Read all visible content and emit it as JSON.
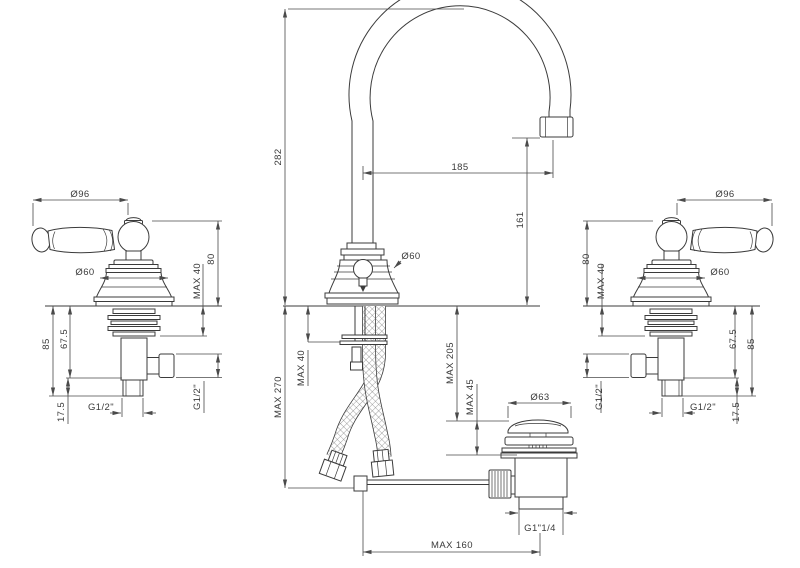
{
  "colors": {
    "background": "#ffffff",
    "object_line": "#3b3b3b",
    "dimension_line": "#4a4a4a",
    "text": "#3a3a3a"
  },
  "drawing": {
    "left_valve": {
      "handle_diameter": "Ø96",
      "rosette_diameter": "Ø60",
      "height_above_deck": "80",
      "max_deck_thickness": "MAX 40",
      "below_deck_depth": "85",
      "side_port_center": "67.5",
      "shank_length": "17.5",
      "shank_thread": "G1/2\"",
      "side_port_thread": "G1/2\""
    },
    "right_valve": {
      "handle_diameter": "Ø96",
      "rosette_diameter": "Ø60",
      "height_above_deck": "80",
      "max_deck_thickness": "MAX 40",
      "below_deck_depth": "85",
      "side_port_center": "67.5",
      "shank_length": "17.5",
      "shank_thread": "G1/2\"",
      "side_port_thread": "G1/2\""
    },
    "spout": {
      "total_height": "282",
      "reach": "185",
      "outlet_height": "161",
      "base_diameter": "Ø60",
      "max_deck_thickness": "MAX 40",
      "max_hose_depth": "MAX 270"
    },
    "drain": {
      "plug_diameter": "Ø63",
      "max_depth_below_deck": "MAX 205",
      "max_deck_thickness": "MAX 45",
      "outlet_thread": "G1\"1/4",
      "rod_horizontal_max": "MAX 160"
    }
  }
}
